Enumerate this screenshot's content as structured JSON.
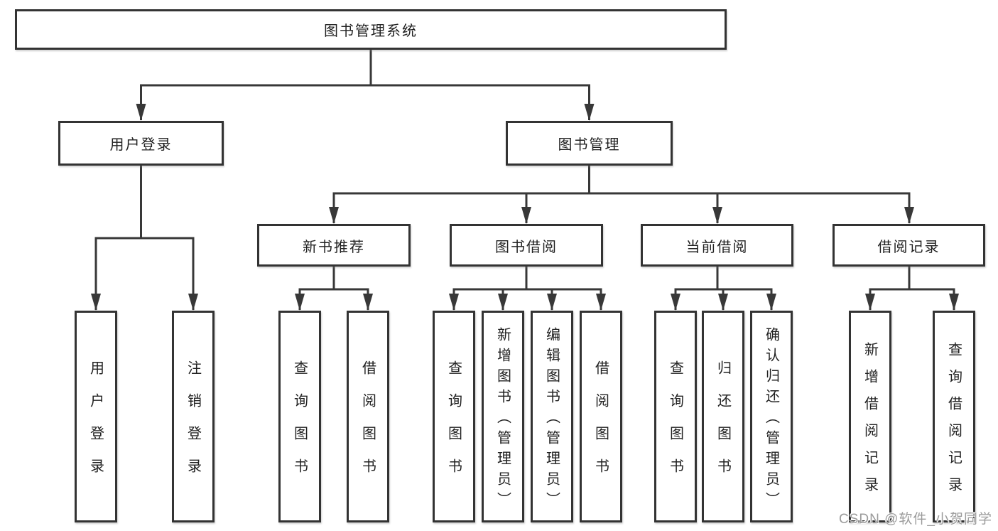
{
  "tree": {
    "root": {
      "label": "图书管理系统",
      "children": [
        {
          "label": "用户登录",
          "children": [
            {
              "label": "用户登录"
            },
            {
              "label": "注销登录"
            }
          ]
        },
        {
          "label": "图书管理",
          "children": [
            {
              "label": "新书推荐",
              "children": [
                {
                  "label": "查询图书"
                },
                {
                  "label": "借阅图书"
                }
              ]
            },
            {
              "label": "图书借阅",
              "children": [
                {
                  "label": "查询图书"
                },
                {
                  "label": "新增图书（管理员）"
                },
                {
                  "label": "编辑图书（管理员）"
                },
                {
                  "label": "借阅图书"
                }
              ]
            },
            {
              "label": "当前借阅",
              "children": [
                {
                  "label": "查询图书"
                },
                {
                  "label": "归还图书"
                },
                {
                  "label": "确认归还（管理员）"
                }
              ]
            },
            {
              "label": "借阅记录",
              "children": [
                {
                  "label": "新增借阅记录"
                },
                {
                  "label": "查询借阅记录"
                }
              ]
            }
          ]
        }
      ]
    }
  },
  "watermark": {
    "text": "CSDN @软件_小贺同学"
  },
  "colors": {
    "box_border": "#333333",
    "box_fill": "#ffffff",
    "text": "#212121",
    "connector": "#383838",
    "watermark": "#9b9b9b"
  }
}
